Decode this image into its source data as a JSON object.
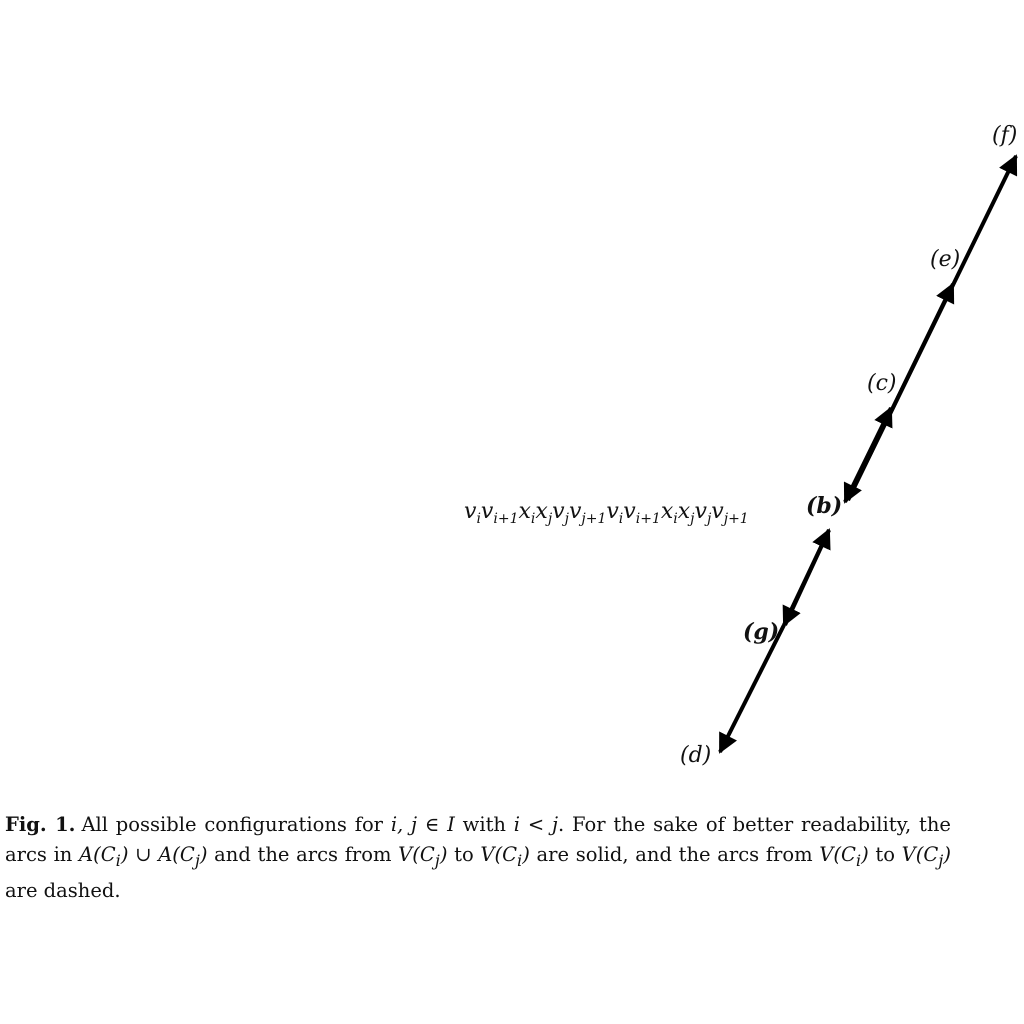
{
  "figure": {
    "panel_labels": {
      "b": "(b)",
      "c": "(c)",
      "d": "(d)",
      "e": "(e)",
      "f": "(f)",
      "g": "(g)"
    },
    "vertex_sequence": [
      {
        "base": "v",
        "sub": "i"
      },
      {
        "base": "v",
        "sub": "i+1"
      },
      {
        "base": "x",
        "sub": "i"
      },
      {
        "base": "x",
        "sub": "j"
      },
      {
        "base": "v",
        "sub": "j"
      },
      {
        "base": "v",
        "sub": "j+1"
      },
      {
        "base": "v",
        "sub": "i"
      },
      {
        "base": "v",
        "sub": "i+1"
      },
      {
        "base": "x",
        "sub": "i"
      },
      {
        "base": "x",
        "sub": "j"
      },
      {
        "base": "v",
        "sub": "j"
      },
      {
        "base": "v",
        "sub": "j+1"
      }
    ]
  },
  "caption": {
    "label": "Fig. 1.",
    "segments": [
      {
        "t": "text",
        "v": "All possible configurations for "
      },
      {
        "t": "math",
        "v": "i, j ∈ I"
      },
      {
        "t": "text",
        "v": " with "
      },
      {
        "t": "math",
        "v": "i < j"
      },
      {
        "t": "text",
        "v": ". For the sake of better readability, the arcs in "
      },
      {
        "t": "math",
        "v": "A(C"
      },
      {
        "t": "sub",
        "v": "i"
      },
      {
        "t": "math",
        "v": ") ∪ A(C"
      },
      {
        "t": "sub",
        "v": "j"
      },
      {
        "t": "math",
        "v": ")"
      },
      {
        "t": "text",
        "v": " and the arcs from "
      },
      {
        "t": "math",
        "v": "V(C"
      },
      {
        "t": "sub",
        "v": "j"
      },
      {
        "t": "math",
        "v": ")"
      },
      {
        "t": "text",
        "v": " to "
      },
      {
        "t": "math",
        "v": "V(C"
      },
      {
        "t": "sub",
        "v": "i"
      },
      {
        "t": "math",
        "v": ")"
      },
      {
        "t": "text",
        "v": " are solid, and the arcs from "
      },
      {
        "t": "math",
        "v": "V(C"
      },
      {
        "t": "sub",
        "v": "i"
      },
      {
        "t": "math",
        "v": ")"
      },
      {
        "t": "text",
        "v": " to "
      },
      {
        "t": "math",
        "v": "V(C"
      },
      {
        "t": "sub",
        "v": "j"
      },
      {
        "t": "math",
        "v": ")"
      },
      {
        "t": "text",
        "v": " are dashed."
      }
    ]
  }
}
